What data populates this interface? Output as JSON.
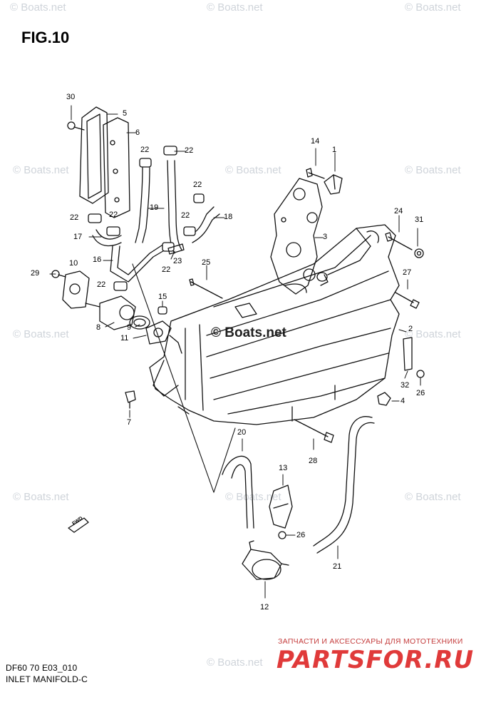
{
  "figure_title": "FIG.10",
  "watermark": "© Boats.net",
  "center_watermark": "© Boats.net",
  "caption": {
    "model": "DF60 70 E03_010",
    "name": "INLET MANIFOLD-C"
  },
  "direction_badge": "FWD",
  "promo": {
    "tagline": "ЗАПЧАСТИ И АКСЕССУАРЫ ДЛЯ МОТОТЕХНИКИ",
    "logo": "PARTSFOR.RU"
  },
  "callouts": [
    "30",
    "5",
    "6",
    "22",
    "22",
    "14",
    "1",
    "22",
    "19",
    "22",
    "18",
    "22",
    "22",
    "17",
    "3",
    "24",
    "31",
    "16",
    "23",
    "22",
    "10",
    "25",
    "29",
    "27",
    "22",
    "15",
    "8",
    "9",
    "11",
    "2",
    "32",
    "26",
    "7",
    "4",
    "20",
    "28",
    "13",
    "26",
    "21",
    "12"
  ]
}
